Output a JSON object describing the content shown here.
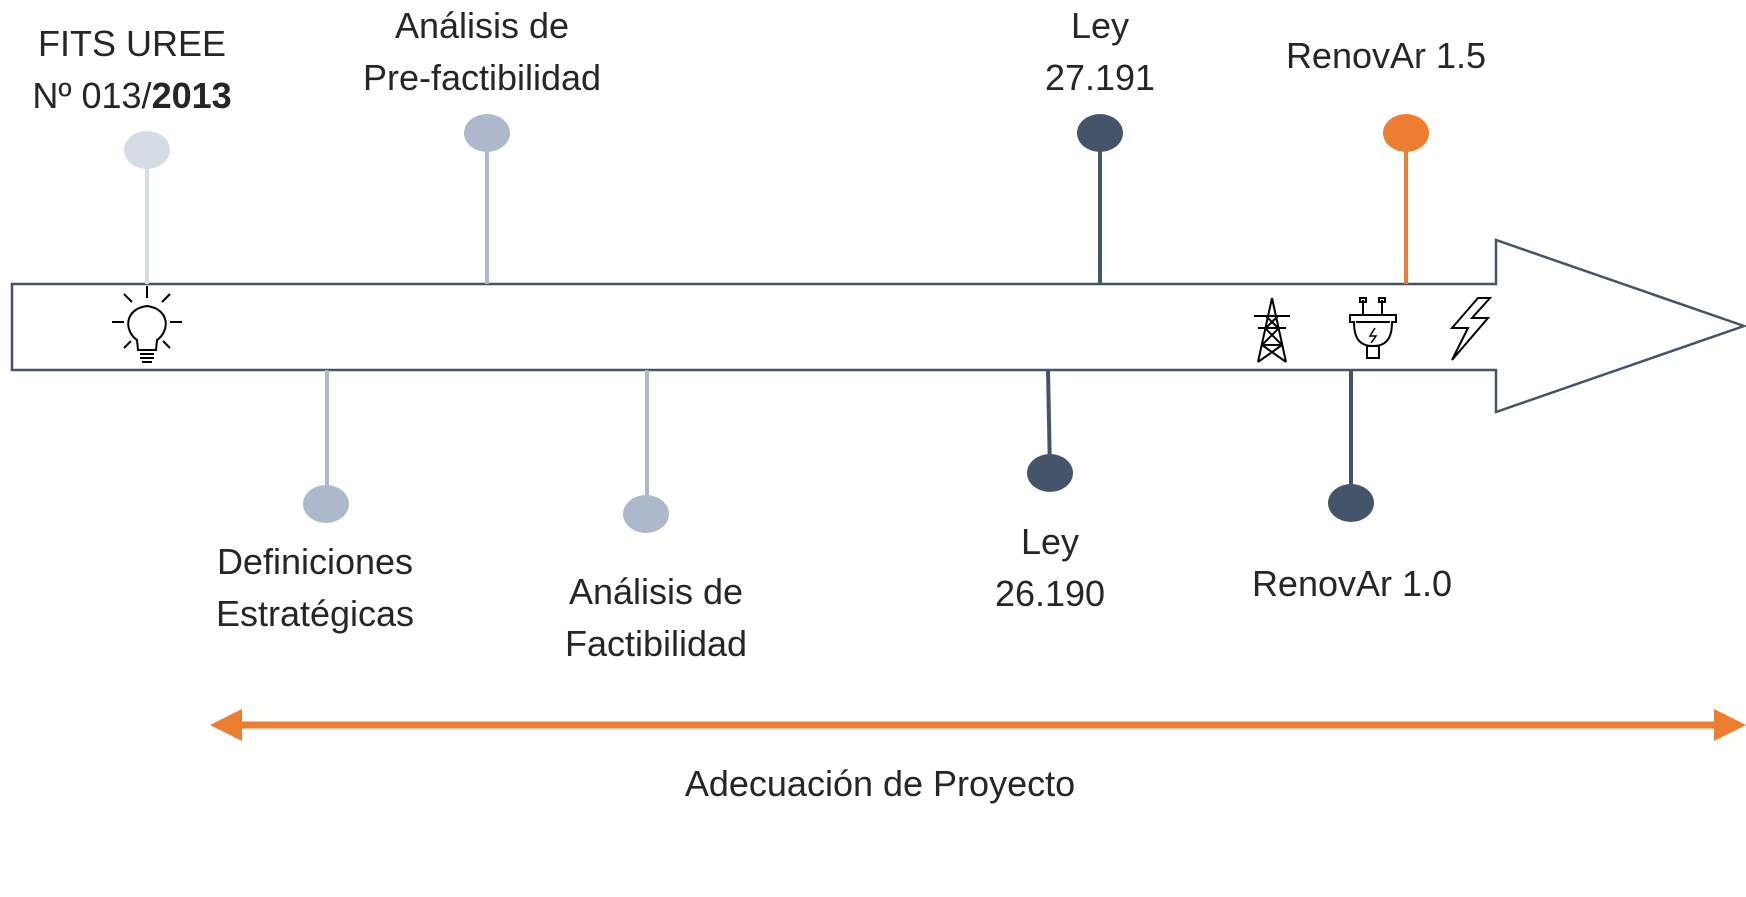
{
  "colors": {
    "orange": "#ED7D31",
    "dark_slate": "#44546A",
    "mid_slate": "#ADB9CA",
    "light_slate": "#D6DCE5",
    "arrow_stroke": "#44546A",
    "text": "#262626"
  },
  "milestones": {
    "fits": {
      "line1": "FITS UREE",
      "line2_prefix": "Nº 013/",
      "line2_year": "2013"
    },
    "prefactibilidad": {
      "line1": "Análisis de",
      "line2": "Pre-factibilidad"
    },
    "ley27191": {
      "line1": "Ley",
      "line2": "27.191"
    },
    "renovar15": {
      "line1": "RenovAr 1.5"
    },
    "definiciones": {
      "line1": "Definiciones",
      "line2": "Estratégicas"
    },
    "factibilidad": {
      "line1": "Análisis de",
      "line2": "Factibilidad"
    },
    "ley26190": {
      "line1": "Ley",
      "line2": "26.190"
    },
    "renovar10": {
      "line1": "RenovAr 1.0"
    }
  },
  "span": {
    "label": "Adecuación de Proyecto"
  },
  "icons": [
    "lightbulb-icon",
    "transmission-tower-icon",
    "power-plug-icon",
    "lightning-bolt-icon"
  ]
}
